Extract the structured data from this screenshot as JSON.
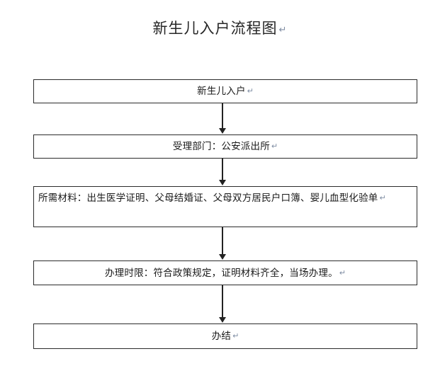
{
  "document": {
    "title": "新生儿入户流程图",
    "paragraph_mark": "↵",
    "background_color": "#ffffff",
    "line_color": "#2b2b2b",
    "text_color": "#1a1a1a",
    "paragraph_mark_color": "#7f8da3"
  },
  "flowchart": {
    "type": "vertical-process-flow",
    "node_count": 5,
    "connector_count": 4,
    "nodes": [
      {
        "id": "start",
        "label": "新生儿入户",
        "align": "center"
      },
      {
        "id": "department",
        "label": "受理部门：公安派出所",
        "align": "center"
      },
      {
        "id": "materials",
        "label": "所需材料：出生医学证明、父母结婚证、父母双方居民户口簿、婴儿血型化验单",
        "align": "left"
      },
      {
        "id": "timeframe",
        "label": "办理时限：符合政策规定，证明材料齐全，当场办理。",
        "align": "center"
      },
      {
        "id": "finish",
        "label": "办结",
        "align": "center"
      }
    ],
    "connectors": [
      {
        "id": "connector-1",
        "from": "start",
        "to": "department",
        "arrow": "down"
      },
      {
        "id": "connector-2",
        "from": "department",
        "to": "materials",
        "arrow": "down"
      },
      {
        "id": "connector-3",
        "from": "materials",
        "to": "timeframe",
        "arrow": "down"
      },
      {
        "id": "connector-4",
        "from": "timeframe",
        "to": "finish",
        "arrow": "down"
      }
    ]
  }
}
